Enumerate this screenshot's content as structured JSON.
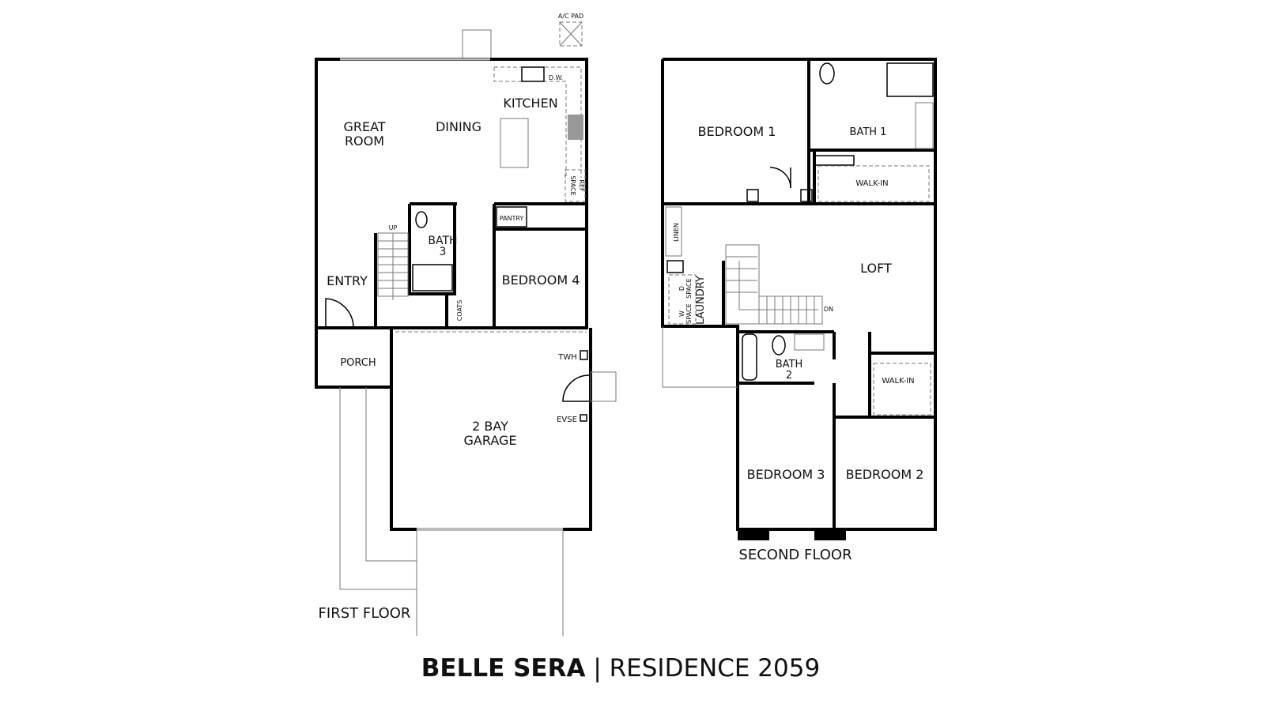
{
  "title": {
    "name": "BELLE SERA",
    "separator": "|",
    "residence": "RESIDENCE 2059"
  },
  "first_floor": {
    "caption": "FIRST FLOOR",
    "rooms": {
      "great_room_1": "GREAT",
      "great_room_2": "ROOM",
      "dining": "DINING",
      "kitchen": "KITCHEN",
      "entry": "ENTRY",
      "bath3_1": "BATH",
      "bath3_2": "3",
      "bedroom4": "BEDROOM 4",
      "porch": "PORCH",
      "garage_1": "2 BAY",
      "garage_2": "GARAGE",
      "pantry": "PANTRY"
    },
    "fixtures": {
      "ac_pad": "A/C PAD",
      "dw": "D.W.",
      "ref_1": "REF",
      "ref_2": "SPACE",
      "up": "UP",
      "coats": "COATS",
      "twh": "TWH",
      "evse": "EVSE"
    }
  },
  "second_floor": {
    "caption": "SECOND FLOOR",
    "rooms": {
      "bedroom1": "BEDROOM 1",
      "bath1": "BATH 1",
      "walkin1": "WALK-IN",
      "linen": "LINEN",
      "loft": "LOFT",
      "laundry": "LAUNDRY",
      "bath2_1": "BATH",
      "bath2_2": "2",
      "walkin2": "WALK-IN",
      "bedroom3": "BEDROOM 3",
      "bedroom2": "BEDROOM 2"
    },
    "fixtures": {
      "dn": "DN",
      "d_1": "D",
      "d_2": "SPACE",
      "w_1": "W",
      "w_2": "SPACE"
    }
  }
}
